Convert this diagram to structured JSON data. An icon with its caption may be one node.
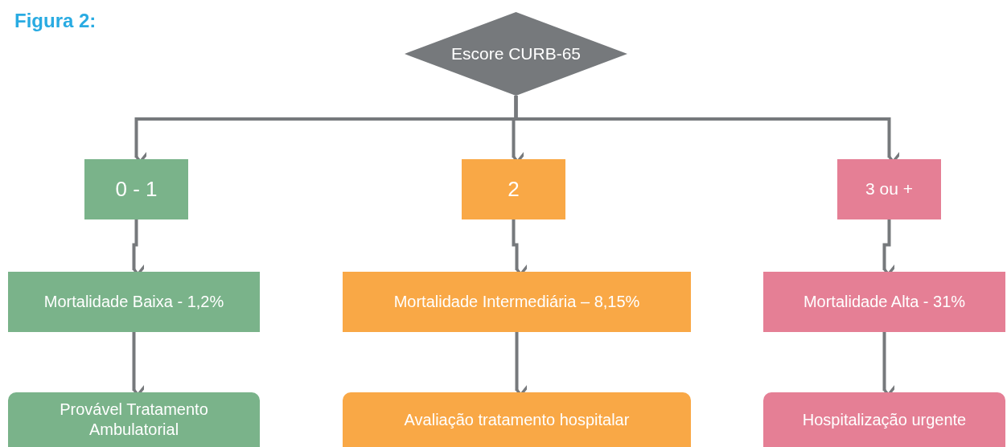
{
  "diagram": {
    "title": "Figura 2:",
    "nodes": [
      {
        "text": [
          "Escore CURB-65"
        ]
      },
      {
        "text": [
          "0 - 1"
        ]
      },
      {
        "text": [
          "2"
        ]
      },
      {
        "text": [
          "3 ou +"
        ]
      },
      {
        "text": [
          "Mortalidade Baixa - 1,2%"
        ]
      },
      {
        "text": [
          "Mortalidade Intermediária – 8,15%"
        ]
      },
      {
        "text": [
          "Mortalidade Alta - 31%"
        ]
      },
      {
        "text": [
          "Provável Tratamento Ambulatorial"
        ]
      },
      {
        "text": [
          "Avaliação tratamento hospitalar"
        ]
      },
      {
        "text": [
          "Hospitalização urgente"
        ]
      }
    ],
    "edges": [
      {
        "from": 0,
        "to": 1,
        "arrow": "to"
      },
      {
        "from": 0,
        "to": 2,
        "arrow": "to"
      },
      {
        "from": 0,
        "to": 3,
        "arrow": "to"
      },
      {
        "from": 1,
        "to": 4,
        "arrow": "to"
      },
      {
        "from": 2,
        "to": 5,
        "arrow": "to"
      },
      {
        "from": 3,
        "to": 6,
        "arrow": "to"
      },
      {
        "from": 4,
        "to": 7,
        "arrow": "to"
      },
      {
        "from": 5,
        "to": 8,
        "arrow": "to"
      },
      {
        "from": 6,
        "to": 9,
        "arrow": "to"
      }
    ]
  }
}
